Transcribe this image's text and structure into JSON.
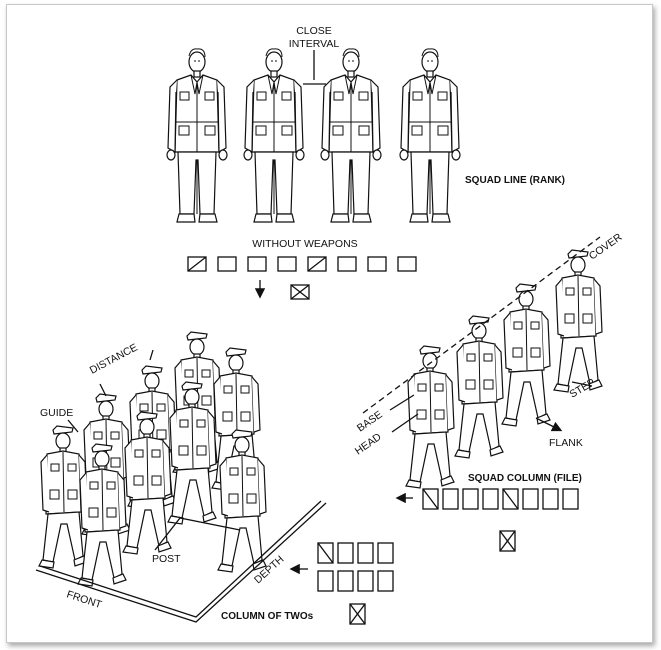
{
  "labels": {
    "close_interval_1": "CLOSE",
    "close_interval_2": "INTERVAL",
    "squad_line": "SQUAD LINE (RANK)",
    "without_weapons": "WITHOUT WEAPONS",
    "cover": "COVER",
    "distance": "DISTANCE",
    "guide": "GUIDE",
    "base": "BASE",
    "head": "HEAD",
    "step": "STEP",
    "flank": "FLANK",
    "squad_column": "SQUAD COLUMN (FILE)",
    "post": "POST",
    "depth": "DEPTH",
    "front": "FRONT",
    "column_of_twos": "COLUMN OF TWOs"
  }
}
